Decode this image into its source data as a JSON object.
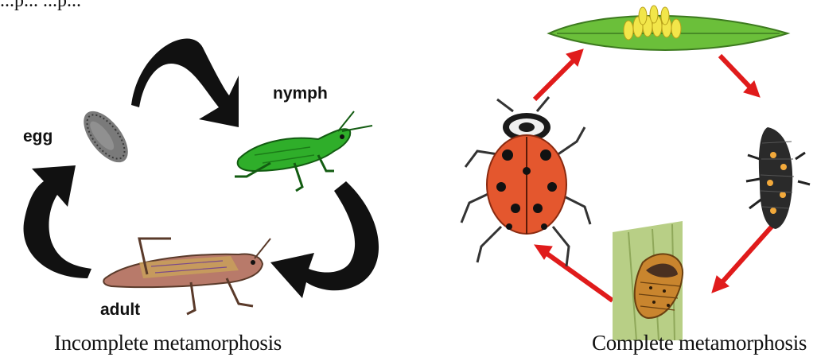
{
  "top_clipped_text": "...p... ...p...",
  "incomplete": {
    "caption": "Incomplete metamorphosis",
    "stages": {
      "egg": "egg",
      "nymph": "nymph",
      "adult": "adult"
    }
  },
  "complete": {
    "caption": "Complete metamorphosis"
  },
  "colors": {
    "arrow_black": "#111111",
    "arrow_red": "#e01b1b",
    "nymph_green": "#2fae2a",
    "ladybug_red": "#e4572e",
    "leaf_green": "#6bbf3a",
    "egg_yellow": "#f2e64a"
  }
}
